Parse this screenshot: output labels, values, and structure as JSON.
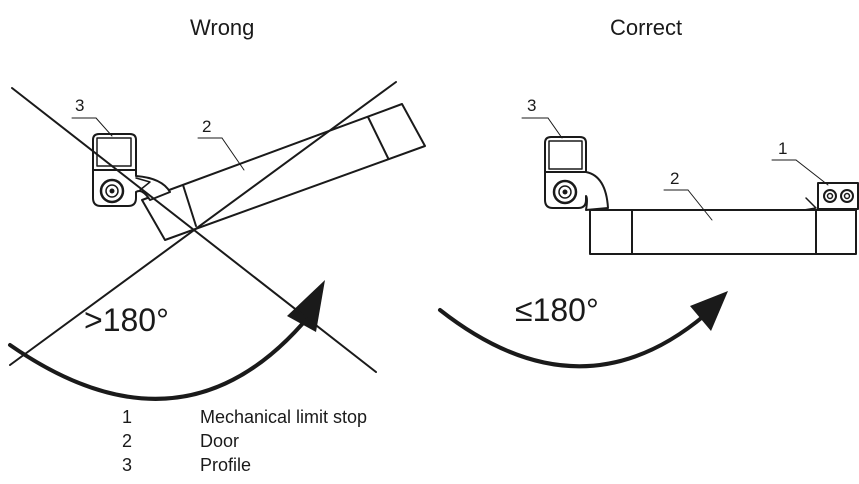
{
  "panels": {
    "wrong": {
      "heading": "Wrong",
      "angle": ">180°"
    },
    "correct": {
      "heading": "Correct",
      "angle": "≤180°"
    }
  },
  "callouts": {
    "one": "1",
    "two": "2",
    "three": "3"
  },
  "legend": [
    {
      "number": "1",
      "text": "Mechanical limit stop"
    },
    {
      "number": "2",
      "text": "Door"
    },
    {
      "number": "3",
      "text": "Profile"
    }
  ],
  "colors": {
    "ink": "#1a1a1a",
    "background": "#ffffff"
  }
}
